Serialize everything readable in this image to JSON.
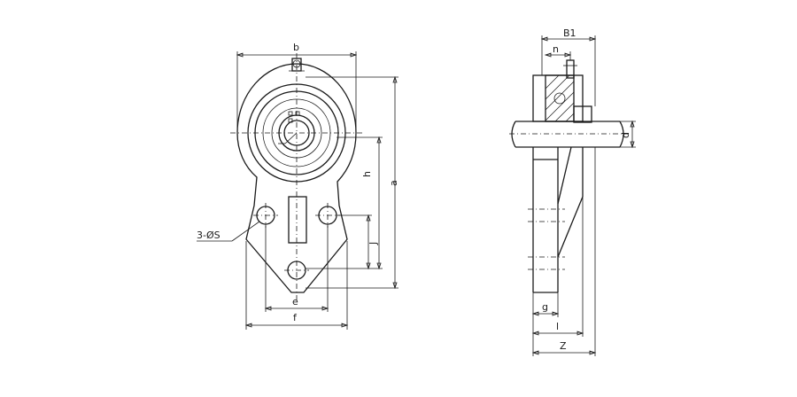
{
  "front_view": {
    "labels": {
      "b": "b",
      "a": "a",
      "h": "h",
      "j": "J",
      "e": "e",
      "f": "f",
      "holes": "3-ØS"
    }
  },
  "side_view": {
    "labels": {
      "b1": "B1",
      "n": "n",
      "d": "d",
      "g": "g",
      "l": "l",
      "z": "Z"
    }
  }
}
